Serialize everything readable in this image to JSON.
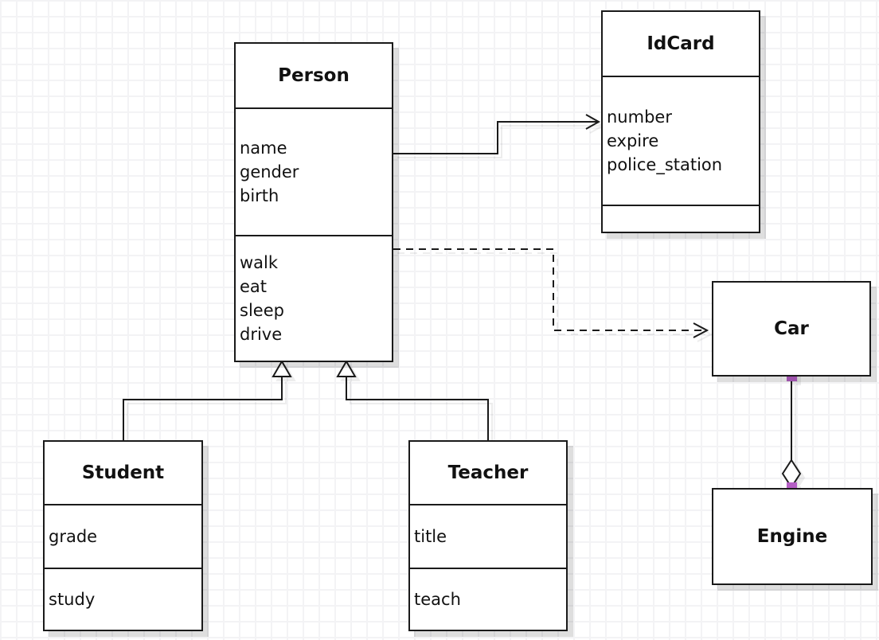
{
  "diagram": {
    "classes": {
      "person": {
        "name": "Person",
        "attributes": [
          "name",
          "gender",
          "birth"
        ],
        "methods": [
          "walk",
          "eat",
          "sleep",
          "drive"
        ]
      },
      "idcard": {
        "name": "IdCard",
        "attributes": [
          "number",
          "expire",
          "police_station"
        ],
        "methods": []
      },
      "car": {
        "name": "Car",
        "attributes": [],
        "methods": []
      },
      "engine": {
        "name": "Engine",
        "attributes": [],
        "methods": []
      },
      "student": {
        "name": "Student",
        "attributes": [
          "grade"
        ],
        "methods": [
          "study"
        ]
      },
      "teacher": {
        "name": "Teacher",
        "attributes": [
          "title"
        ],
        "methods": [
          "teach"
        ]
      }
    },
    "relationships": [
      {
        "type": "association",
        "from": "Person",
        "to": "IdCard",
        "line": "solid",
        "arrow": "open"
      },
      {
        "type": "dependency",
        "from": "Person",
        "to": "Car",
        "line": "dashed",
        "arrow": "open"
      },
      {
        "type": "generalization",
        "from": "Student",
        "to": "Person",
        "line": "solid",
        "arrow": "hollow-triangle"
      },
      {
        "type": "generalization",
        "from": "Teacher",
        "to": "Person",
        "line": "solid",
        "arrow": "hollow-triangle"
      },
      {
        "type": "composition",
        "from": "Car",
        "to": "Engine",
        "line": "solid",
        "arrow": "hollow-diamond"
      }
    ],
    "colors": {
      "stroke": "#1a1a1a",
      "handle": "#b55fc5",
      "grid": "#f3f3f5",
      "background": "#ffffff"
    }
  }
}
